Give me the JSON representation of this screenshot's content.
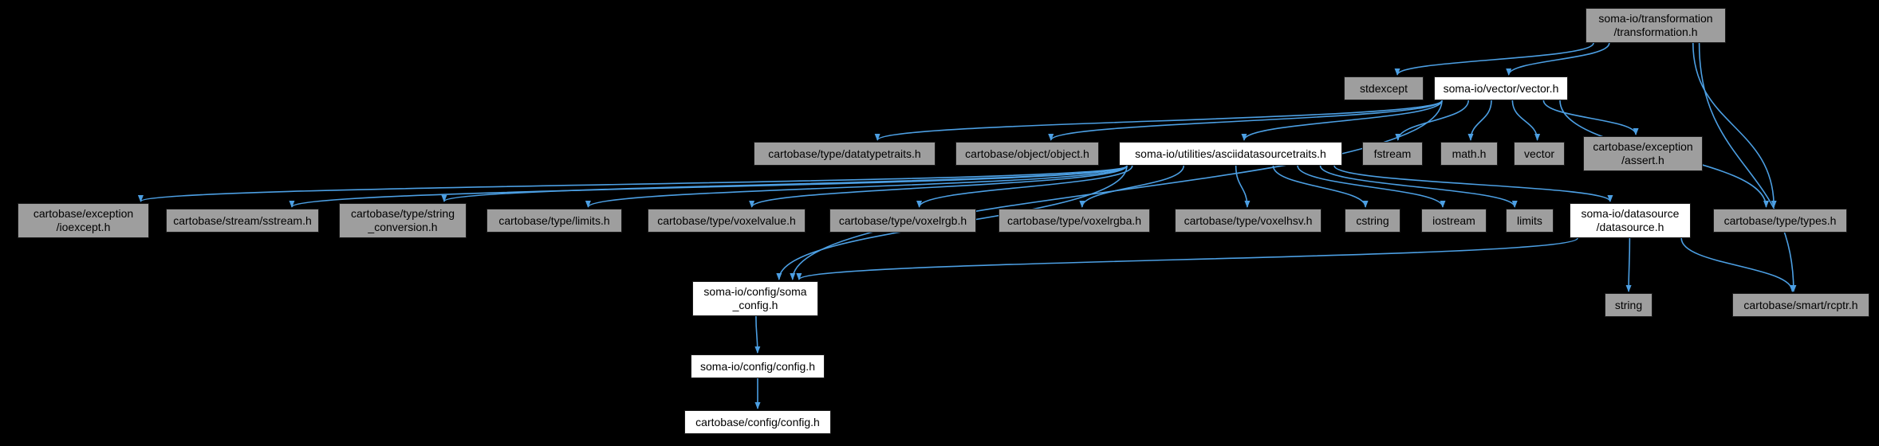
{
  "graph": {
    "title": "Include dependency graph for soma-io/transformation/transformation.h",
    "style": {
      "background": "#000000",
      "edge_color": "#4c9fe3",
      "gray_node_fill": "#9e9e9e",
      "white_node_fill": "#ffffff",
      "node_text_color": "#000000"
    },
    "nodes": {
      "transformation": {
        "label": "soma-io/transformation\n/transformation.h"
      },
      "stdexcept": {
        "label": "stdexcept"
      },
      "vector_h": {
        "label": "soma-io/vector/vector.h"
      },
      "datatypetraits": {
        "label": "cartobase/type/datatypetraits.h"
      },
      "object_h": {
        "label": "cartobase/object/object.h"
      },
      "ascii_traits": {
        "label": "soma-io/utilities/asciidatasourcetraits.h"
      },
      "fstream": {
        "label": "fstream"
      },
      "math_h": {
        "label": "math.h"
      },
      "vector_std": {
        "label": "vector"
      },
      "assert_h": {
        "label": "cartobase/exception\n/assert.h"
      },
      "ioexcept": {
        "label": "cartobase/exception\n/ioexcept.h"
      },
      "sstream": {
        "label": "cartobase/stream/sstream.h"
      },
      "string_conv": {
        "label": "cartobase/type/string\n_conversion.h"
      },
      "limits_carto": {
        "label": "cartobase/type/limits.h"
      },
      "voxelvalue": {
        "label": "cartobase/type/voxelvalue.h"
      },
      "voxelrgb": {
        "label": "cartobase/type/voxelrgb.h"
      },
      "voxelrgba": {
        "label": "cartobase/type/voxelrgba.h"
      },
      "voxelhsv": {
        "label": "cartobase/type/voxelhsv.h"
      },
      "cstring": {
        "label": "cstring"
      },
      "iostream": {
        "label": "iostream"
      },
      "limits_std": {
        "label": "limits"
      },
      "datasource": {
        "label": "soma-io/datasource\n/datasource.h"
      },
      "types_h": {
        "label": "cartobase/type/types.h"
      },
      "soma_config": {
        "label": "soma-io/config/soma\n_config.h"
      },
      "string_std": {
        "label": "string"
      },
      "rcptr": {
        "label": "cartobase/smart/rcptr.h"
      },
      "config_soma": {
        "label": "soma-io/config/config.h"
      },
      "config_carto": {
        "label": "cartobase/config/config.h"
      }
    },
    "edges": [
      {
        "from": "transformation",
        "to": "stdexcept"
      },
      {
        "from": "transformation",
        "to": "vector_h"
      },
      {
        "from": "transformation",
        "to": "types_h"
      },
      {
        "from": "transformation",
        "to": "rcptr"
      },
      {
        "from": "vector_h",
        "to": "soma_config"
      },
      {
        "from": "vector_h",
        "to": "datatypetraits"
      },
      {
        "from": "vector_h",
        "to": "object_h"
      },
      {
        "from": "vector_h",
        "to": "ascii_traits"
      },
      {
        "from": "vector_h",
        "to": "fstream"
      },
      {
        "from": "vector_h",
        "to": "math_h"
      },
      {
        "from": "vector_h",
        "to": "vector_std"
      },
      {
        "from": "vector_h",
        "to": "assert_h"
      },
      {
        "from": "vector_h",
        "to": "types_h"
      },
      {
        "from": "ascii_traits",
        "to": "ioexcept"
      },
      {
        "from": "ascii_traits",
        "to": "sstream"
      },
      {
        "from": "ascii_traits",
        "to": "string_conv"
      },
      {
        "from": "ascii_traits",
        "to": "limits_carto"
      },
      {
        "from": "ascii_traits",
        "to": "voxelvalue"
      },
      {
        "from": "ascii_traits",
        "to": "voxelrgb"
      },
      {
        "from": "ascii_traits",
        "to": "voxelrgba"
      },
      {
        "from": "ascii_traits",
        "to": "voxelhsv"
      },
      {
        "from": "ascii_traits",
        "to": "cstring"
      },
      {
        "from": "ascii_traits",
        "to": "iostream"
      },
      {
        "from": "ascii_traits",
        "to": "limits_std"
      },
      {
        "from": "ascii_traits",
        "to": "datasource"
      },
      {
        "from": "ascii_traits",
        "to": "soma_config"
      },
      {
        "from": "datasource",
        "to": "soma_config"
      },
      {
        "from": "datasource",
        "to": "string_std"
      },
      {
        "from": "datasource",
        "to": "rcptr"
      },
      {
        "from": "soma_config",
        "to": "config_soma"
      },
      {
        "from": "config_soma",
        "to": "config_carto"
      }
    ]
  }
}
